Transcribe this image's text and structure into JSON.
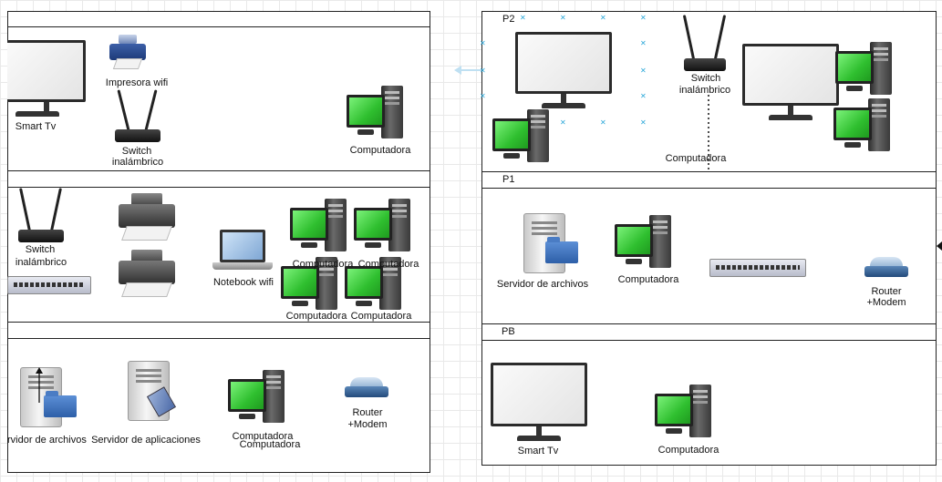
{
  "left_building": {
    "top_row": {
      "smart_tv_label": "Smart Tv",
      "printer_label": "Impresora wifi",
      "switch_label_1": "Switch",
      "switch_label_2": "inalámbrico",
      "computer_label": "Computadora"
    },
    "middle_row": {
      "switch_label_1": "Switch",
      "switch_label_2": "inalámbrico",
      "laptop_label": "Notebook wifi",
      "computer_labels": [
        "Computadora",
        "Computadora",
        "Computadora",
        "Computadora"
      ]
    },
    "bottom_row": {
      "file_server_label": "rvidor de archivos",
      "app_server_label": "Servidor de aplicaciones",
      "computer_label_1": "Computadora",
      "computer_label_2": "Computadora",
      "router_label_1": "Router",
      "router_label_2": "+Modem"
    }
  },
  "right_building": {
    "p2": {
      "floor_label": "P2",
      "switch_label_1": "Switch",
      "switch_label_2": "inalámbrico",
      "computer_label": "Computadora"
    },
    "p1": {
      "floor_label": "P1",
      "file_server_label": "Servidor de archivos",
      "computer_label": "Computadora",
      "router_label_1": "Router",
      "router_label_2": "+Modem"
    },
    "pb": {
      "floor_label": "PB",
      "smart_tv_label": "Smart Tv",
      "computer_label": "Computadora"
    }
  },
  "icons": [
    "smart-tv-icon",
    "printer-icon",
    "router-icon",
    "computer-icon",
    "switch-icon",
    "server-icon",
    "folder-icon",
    "modem-icon",
    "laptop-icon"
  ],
  "colors": {
    "screen_green": "#2fbf2f",
    "border": "#222222",
    "selection_marker": "#2aa7d8",
    "grid": "#e9e9e9"
  }
}
